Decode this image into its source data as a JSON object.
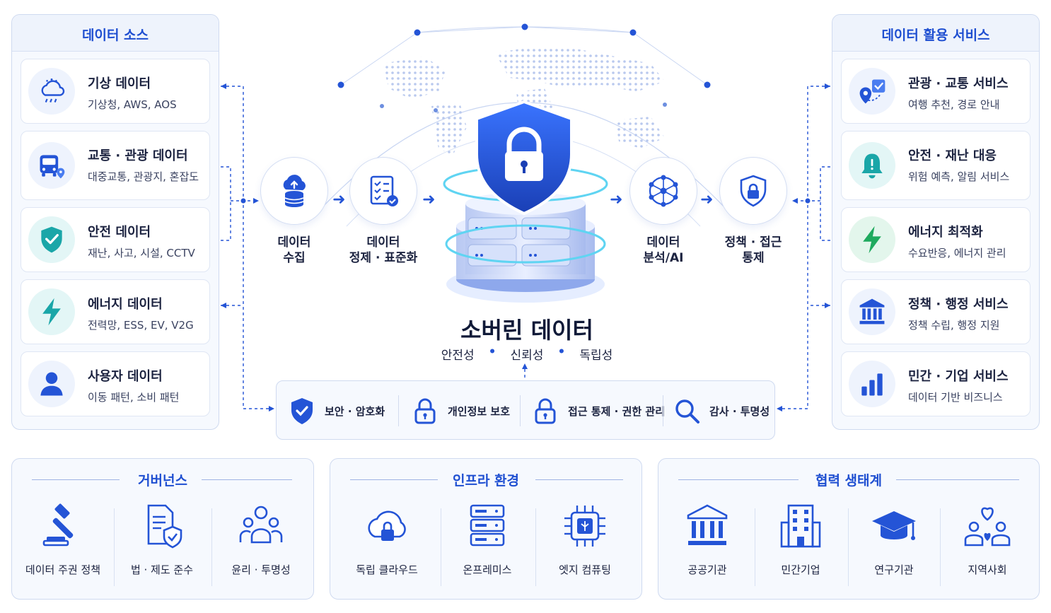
{
  "sources": {
    "title": "데이터 소스",
    "items": [
      {
        "title": "기상 데이터",
        "sub": "기상청, AWS, AOS",
        "icon": "cloud-rain-icon"
      },
      {
        "title": "교통 · 관광 데이터",
        "sub": "대중교통, 관광지, 혼잡도",
        "icon": "bus-icon"
      },
      {
        "title": "안전 데이터",
        "sub": "재난, 사고, 시설, CCTV",
        "icon": "shield-check-icon"
      },
      {
        "title": "에너지 데이터",
        "sub": "전력망, ESS, EV, V2G",
        "icon": "lightning-icon"
      },
      {
        "title": "사용자 데이터",
        "sub": "이동 패턴, 소비 패턴",
        "icon": "user-icon"
      }
    ]
  },
  "pipeline": {
    "steps": [
      {
        "label1": "데이터",
        "label2": "수집",
        "icon": "cloud-upload-database-icon"
      },
      {
        "label1": "데이터",
        "label2": "정제 · 표준화",
        "icon": "checklist-icon"
      },
      {
        "label1": "데이터",
        "label2": "분석/AI",
        "icon": "network-icon"
      },
      {
        "label1": "정책 · 접근",
        "label2": "통제",
        "icon": "shield-lock-icon"
      }
    ],
    "core": {
      "title": "소버린 데이터",
      "values": [
        "안전성",
        "신뢰성",
        "독립성"
      ]
    }
  },
  "security": {
    "items": [
      {
        "label": "보안 · 암호화",
        "icon": "shield-check-icon"
      },
      {
        "label": "개인정보 보호",
        "icon": "lock-icon"
      },
      {
        "label": "접근 통제 · 권한 관리",
        "icon": "lock-icon"
      },
      {
        "label": "감사 · 투명성",
        "icon": "search-icon"
      }
    ]
  },
  "services": {
    "title": "데이터 활용 서비스",
    "items": [
      {
        "title": "관광 · 교통 서비스",
        "sub": "여행 추천, 경로 안내",
        "icon": "map-pin-icon"
      },
      {
        "title": "안전 · 재난 대응",
        "sub": "위험 예측, 알림 서비스",
        "icon": "bell-alert-icon"
      },
      {
        "title": "에너지 최적화",
        "sub": "수요반응, 에너지 관리",
        "icon": "lightning-icon"
      },
      {
        "title": "정책 · 행정 서비스",
        "sub": "정책 수립, 행정 지원",
        "icon": "government-building-icon"
      },
      {
        "title": "민간 · 기업 서비스",
        "sub": "데이터 기반 비즈니스",
        "icon": "bar-chart-icon"
      }
    ]
  },
  "governance": {
    "title": "거버넌스",
    "items": [
      {
        "label": "데이터 주권 정책",
        "icon": "gavel-icon"
      },
      {
        "label": "법 · 제도 준수",
        "icon": "document-shield-icon"
      },
      {
        "label": "윤리 · 투명성",
        "icon": "people-group-icon"
      }
    ]
  },
  "infra": {
    "title": "인프라 환경",
    "items": [
      {
        "label": "독립 클라우드",
        "icon": "cloud-lock-icon"
      },
      {
        "label": "온프레미스",
        "icon": "server-rack-icon"
      },
      {
        "label": "엣지 컴퓨팅",
        "icon": "chip-icon"
      }
    ]
  },
  "ecosystem": {
    "title": "협력 생태계",
    "items": [
      {
        "label": "공공기관",
        "icon": "public-building-icon"
      },
      {
        "label": "민간기업",
        "icon": "office-building-icon"
      },
      {
        "label": "연구기관",
        "icon": "graduation-cap-icon"
      },
      {
        "label": "지역사회",
        "icon": "community-heart-icon"
      }
    ]
  },
  "colors": {
    "accent": "#2454d6",
    "title": "#1f4fd1",
    "panel": "#f6f9fe"
  }
}
